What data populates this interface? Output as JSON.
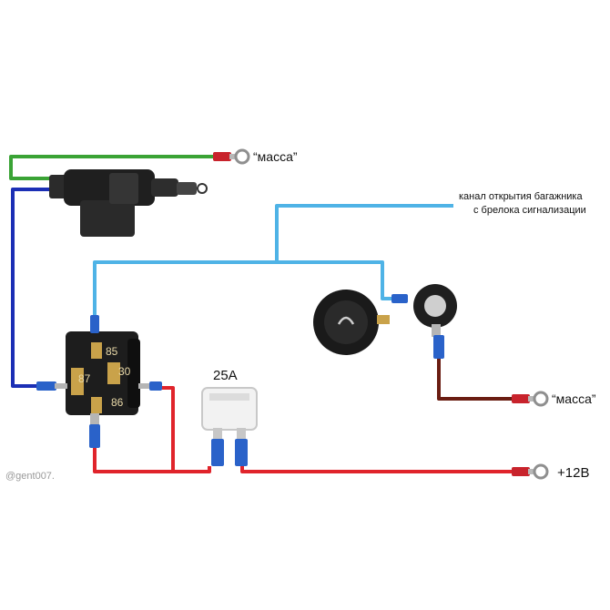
{
  "labels": {
    "ground_top": "“масса”",
    "ground_right": "“масса”",
    "plus12v": "+12В",
    "fuse_rating": "25А",
    "channel_line1": "канал открытия багажника",
    "channel_line2": "с брелока сигнализации",
    "watermark": "@gent007."
  },
  "relay": {
    "pin85": "85",
    "pin87": "87",
    "pin30": "30",
    "pin86": "86"
  },
  "colors": {
    "wire_green": "#3aa335",
    "wire_blue": "#1b2fb5",
    "wire_lightblue": "#4fb3e6",
    "wire_red": "#e0242b",
    "wire_brown": "#6a1d12",
    "terminal_blue": "#2a62c9",
    "terminal_red": "#c8232c"
  },
  "icons": [
    "actuator-icon",
    "relay-icon",
    "fuse-icon",
    "push-button-icon",
    "button-socket-icon"
  ]
}
